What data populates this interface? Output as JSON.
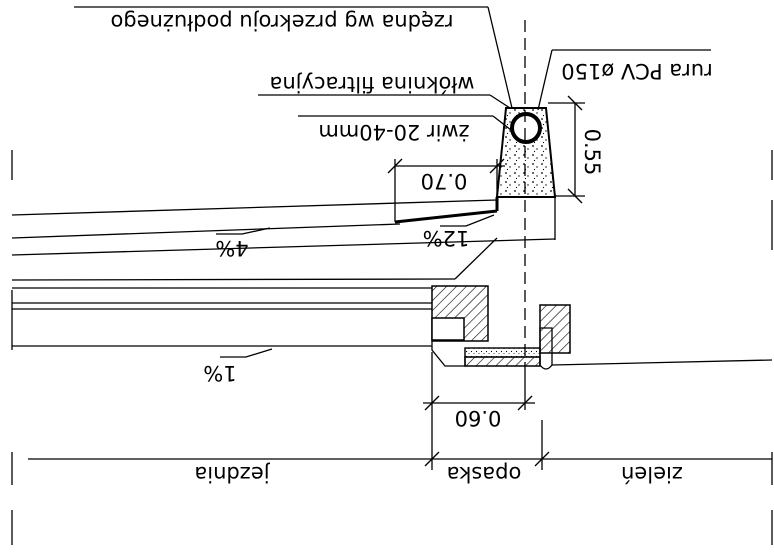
{
  "labels": {
    "drain_channel": "rzędna wg przekroju podłużnego",
    "pipe": "rura PCV ø150",
    "geotextile": "włóknina filtracyjna",
    "gravel": "żwir 20-40mm",
    "dim_055": "0.55",
    "dim_070": "0.70",
    "slope_4": "4%",
    "slope_12": "12%",
    "slope_1": "1%",
    "dim_060": "0.60",
    "zone_roadway": "jezdnia",
    "zone_shoulder": "opaska",
    "zone_green": "zieleń"
  },
  "orientation": "rotated 180°"
}
